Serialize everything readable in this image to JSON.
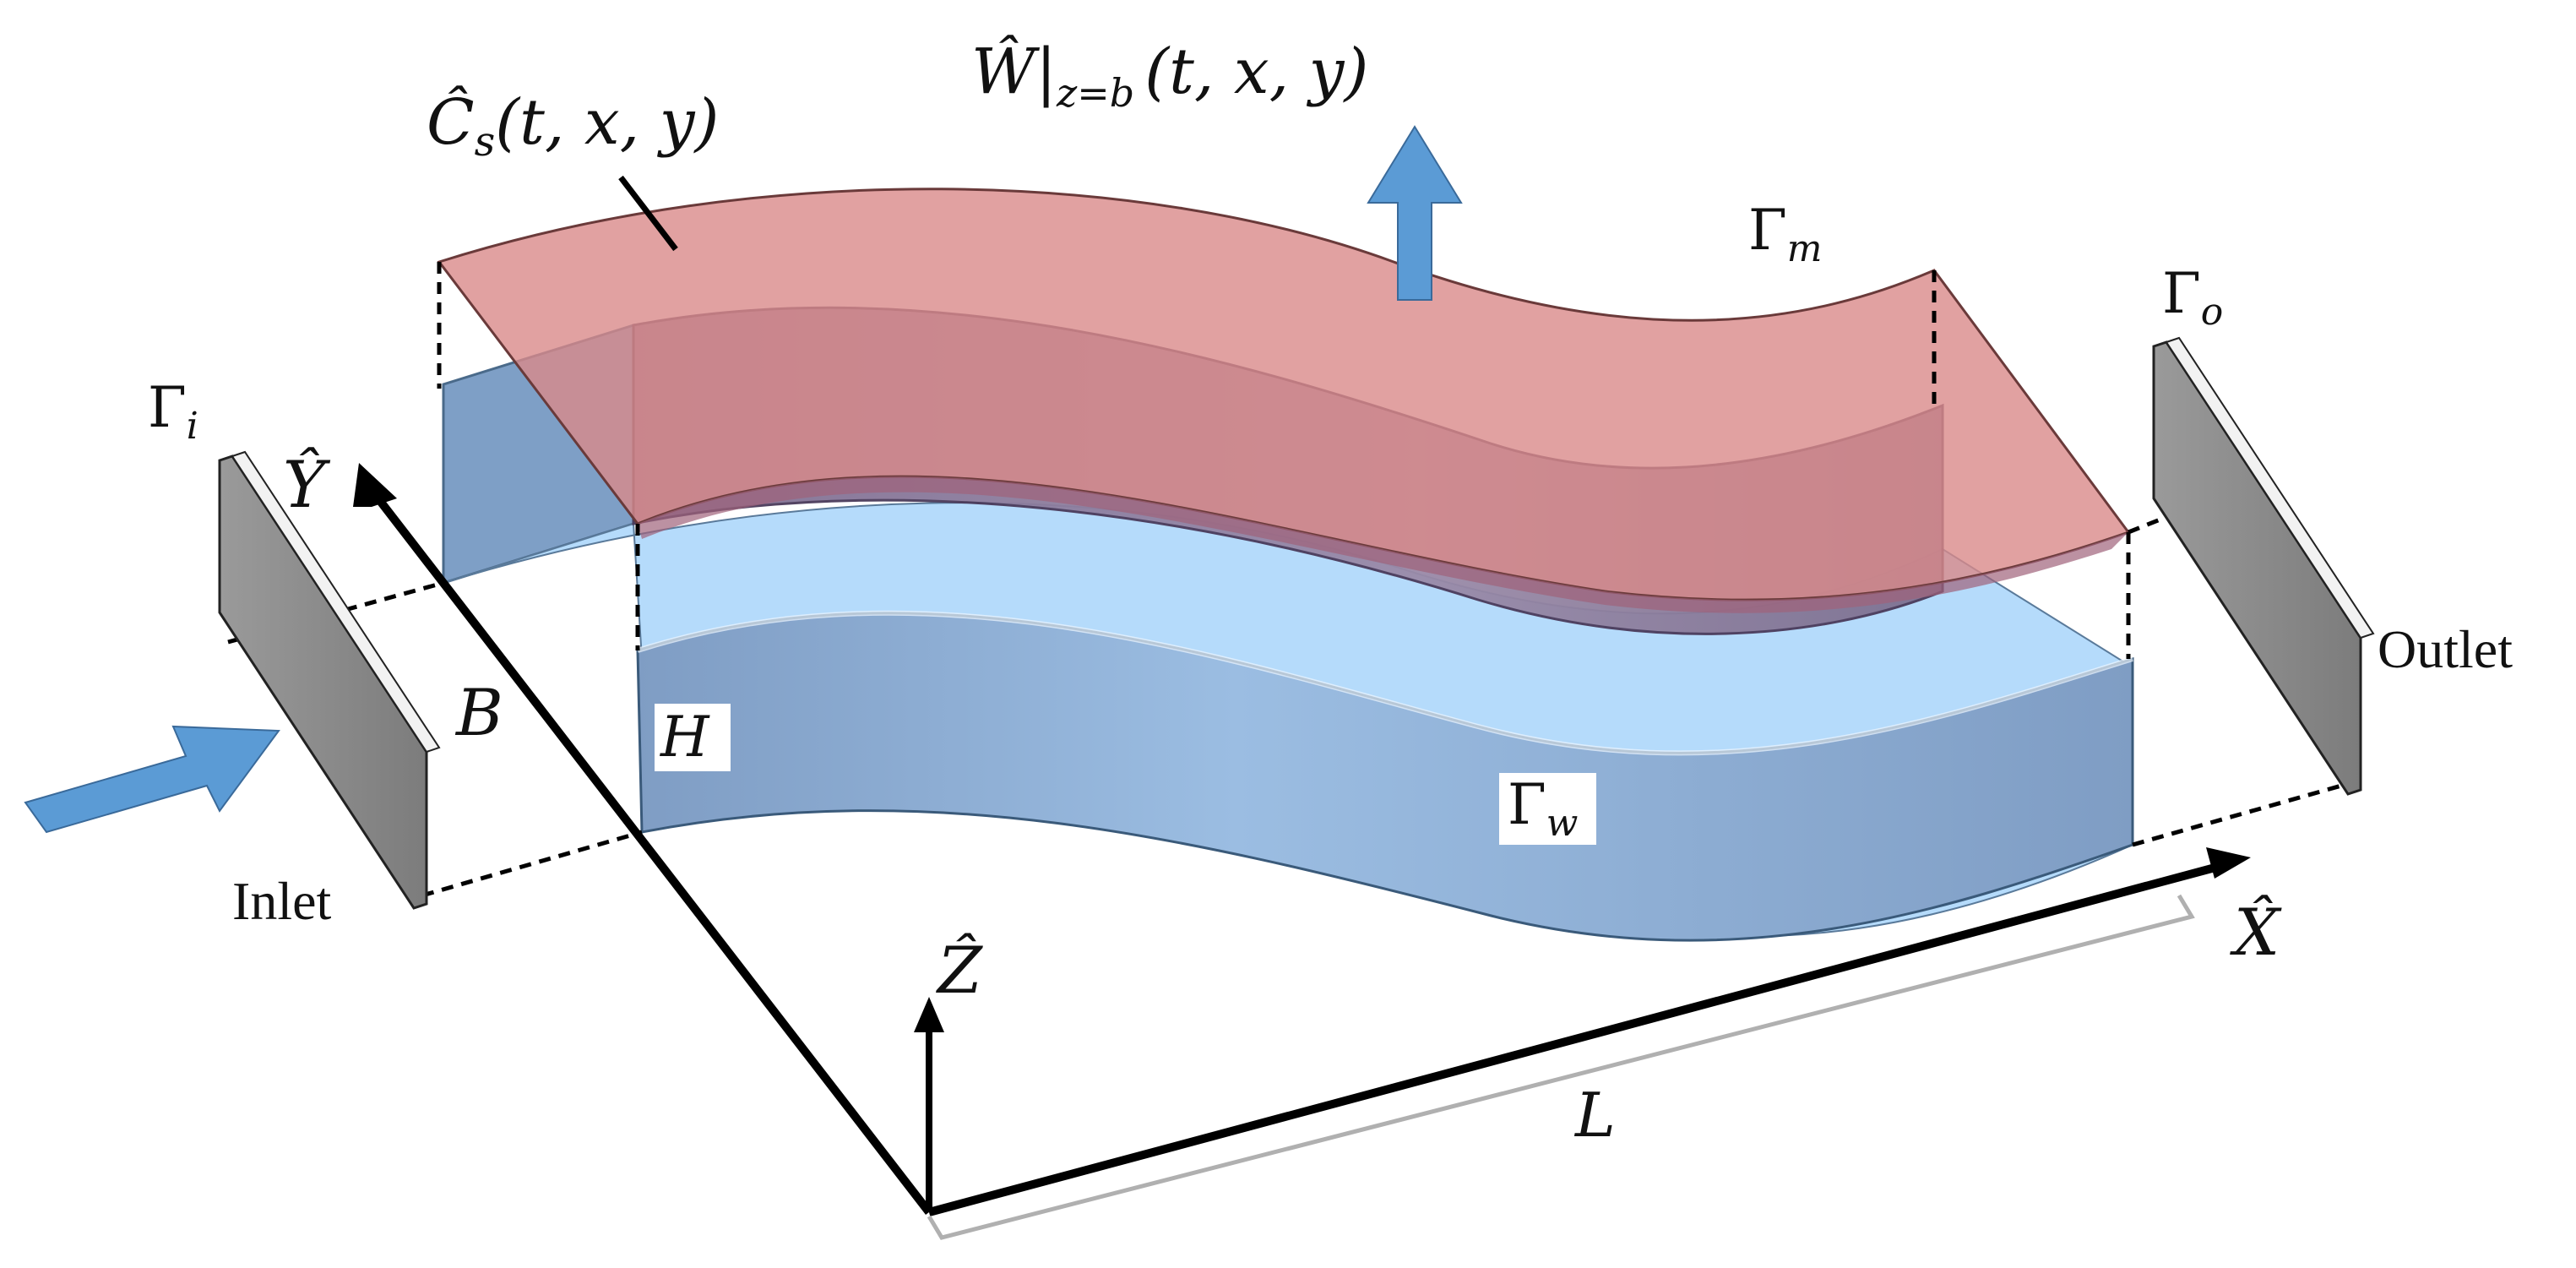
{
  "labels": {
    "inlet": "Inlet",
    "outlet": "Outlet",
    "gamma": "Γ",
    "gamma_i_sub": "i",
    "gamma_o_sub": "o",
    "gamma_m_sub": "m",
    "gamma_w_sub": "w",
    "y_axis": "Ŷ",
    "x_axis": "X̂",
    "z_axis": "Ẑ",
    "b": "B",
    "h": "H",
    "l": "L",
    "c_s": "Ĉ",
    "c_s_sub": "s",
    "c_s_args": "(t, x, y)",
    "w_flux": "Ŵ",
    "w_flux_bar": "|",
    "w_flux_sub": "z=b",
    "w_flux_args": "(t, x, y)"
  },
  "colors": {
    "membrane": "#d98a8a",
    "membrane_edge": "#b86a6a",
    "channel_floor": "#b5dbfb",
    "channel_wall": "#8eaed0",
    "channel_inner": "#8a7f9f",
    "arrow": "#5b9bd5",
    "plate": "#8f8f8f",
    "axis": "#000000",
    "dim": "#b0b0b0"
  }
}
